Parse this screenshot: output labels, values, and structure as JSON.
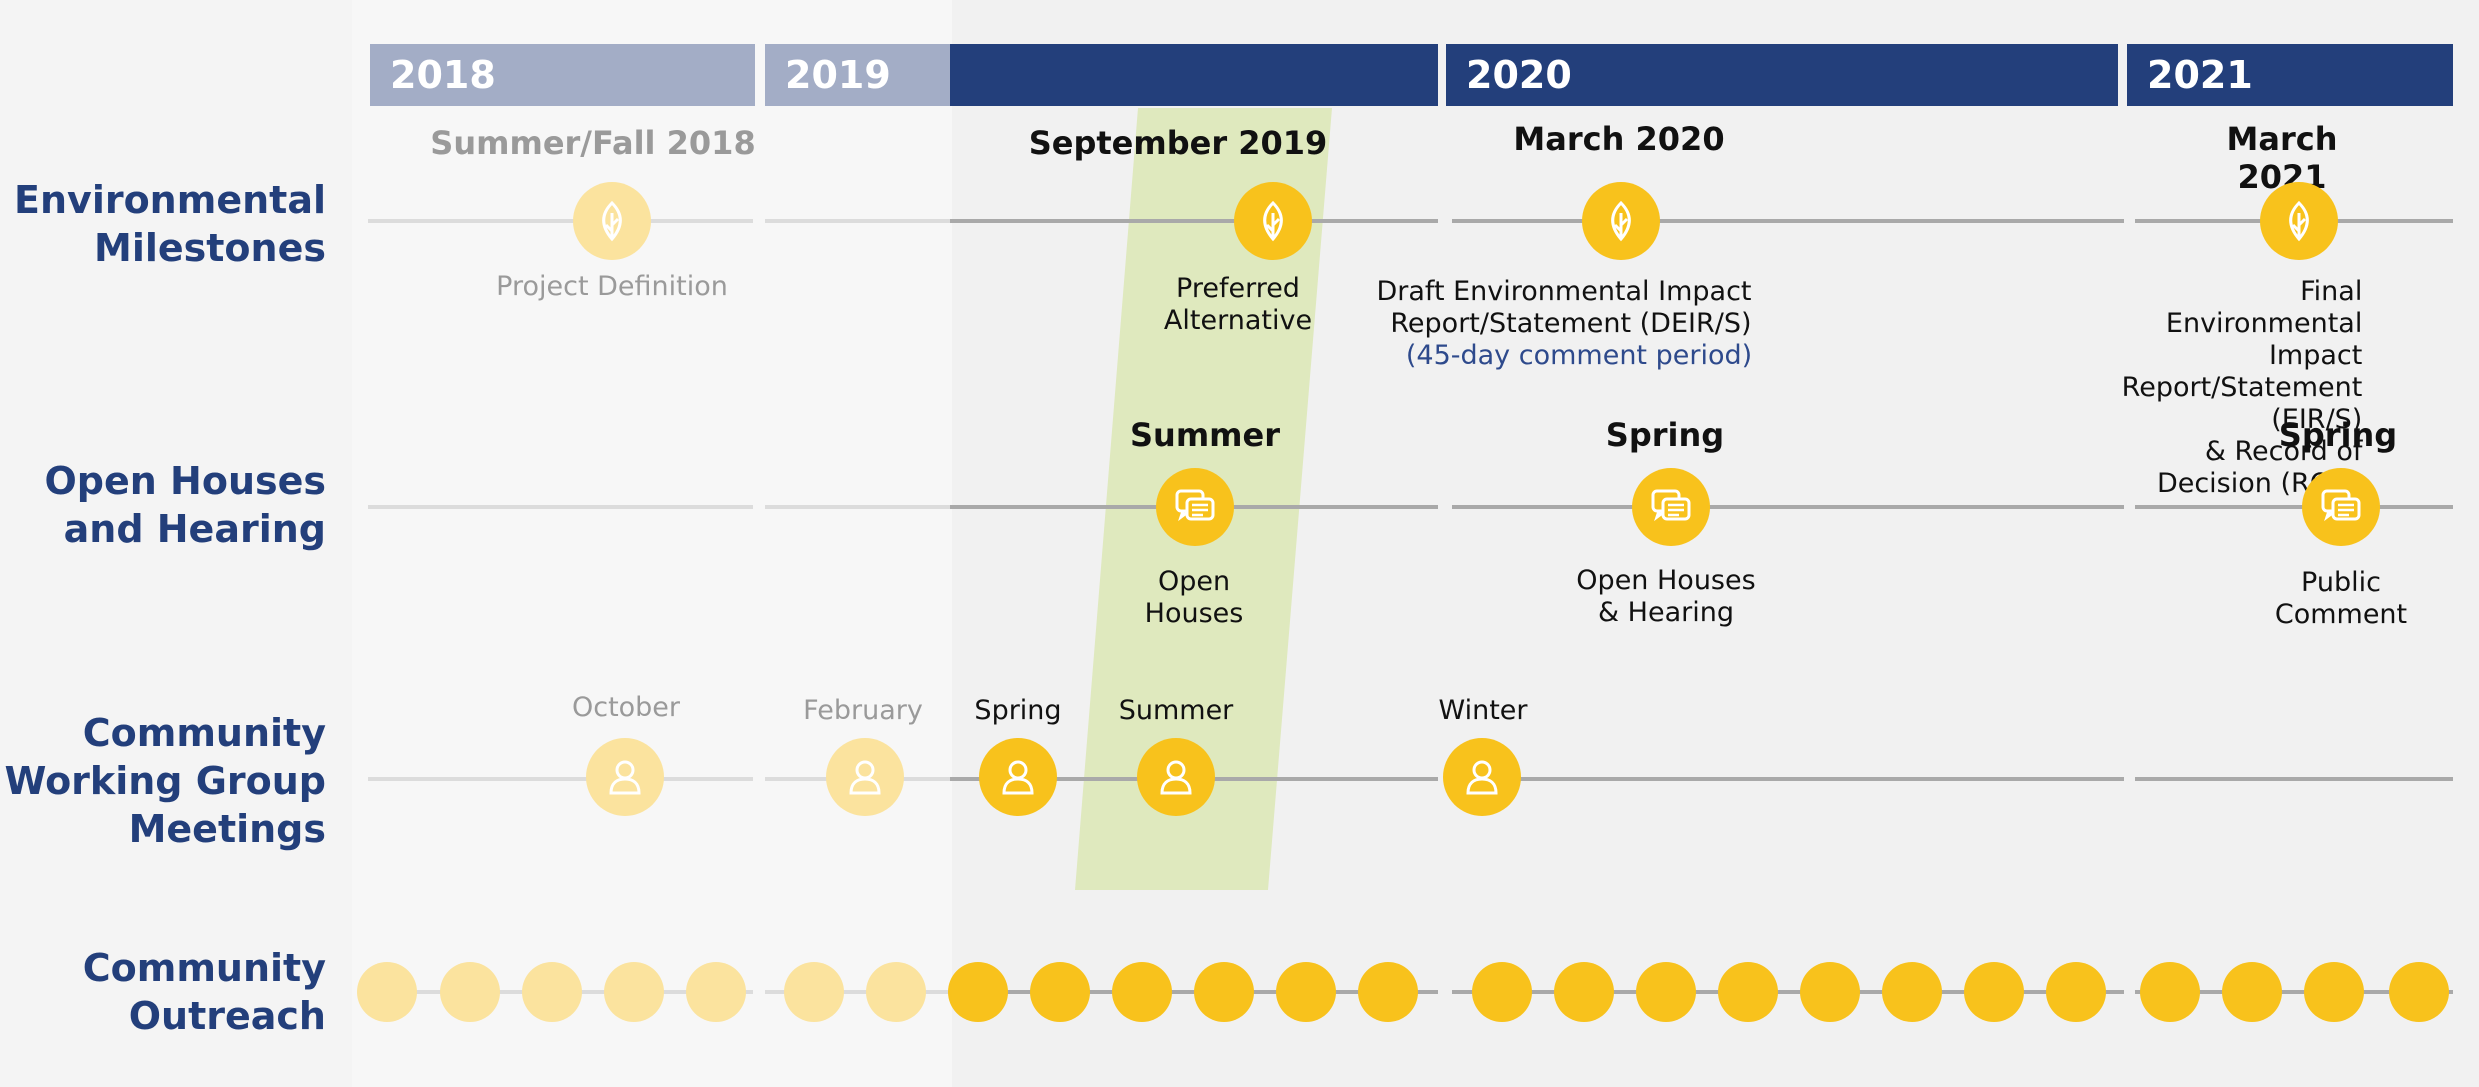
{
  "colors": {
    "navy": "#233f7b",
    "year_past": "#a3adc6",
    "marker_active": "#f8c21c",
    "marker_past": "#fbe39e",
    "highlight_band": "#dfe9be"
  },
  "years": [
    "2018",
    "2019",
    "2020",
    "2021"
  ],
  "rows": {
    "environmental": "Environmental\nMilestones",
    "open_houses": "Open Houses\nand Hearing",
    "cwg": "Community\nWorking Group\nMeetings",
    "outreach": "Community\nOutreach"
  },
  "environmental": {
    "m1": {
      "heading": "Summer/Fall 2018",
      "label": "Project Definition"
    },
    "m2": {
      "heading": "September 2019",
      "label": "Preferred\nAlternative"
    },
    "m3": {
      "heading": "March 2020",
      "label": "Draft Environmental Impact\nReport/Statement (DEIR/S)",
      "note": "(45-day comment period)"
    },
    "m4": {
      "heading": "March 2021",
      "label": "Final Environmental Impact\nReport/Statement (EIR/S)\n& Record of Decision (ROD)"
    }
  },
  "open_houses": {
    "o1": {
      "heading": "Summer",
      "label": "Open\nHouses"
    },
    "o2": {
      "heading": "Spring",
      "label": "Open Houses\n& Hearing"
    },
    "o3": {
      "heading": "Spring",
      "label": "Public Comment"
    }
  },
  "cwg": {
    "c1": "October",
    "c2": "February",
    "c3": "Spring",
    "c4": "Summer",
    "c5": "Winter"
  },
  "icons": {
    "environmental": "leaf-icon",
    "open_houses": "chat-bubbles-icon",
    "cwg": "person-icon",
    "outreach": "dot-icon"
  }
}
